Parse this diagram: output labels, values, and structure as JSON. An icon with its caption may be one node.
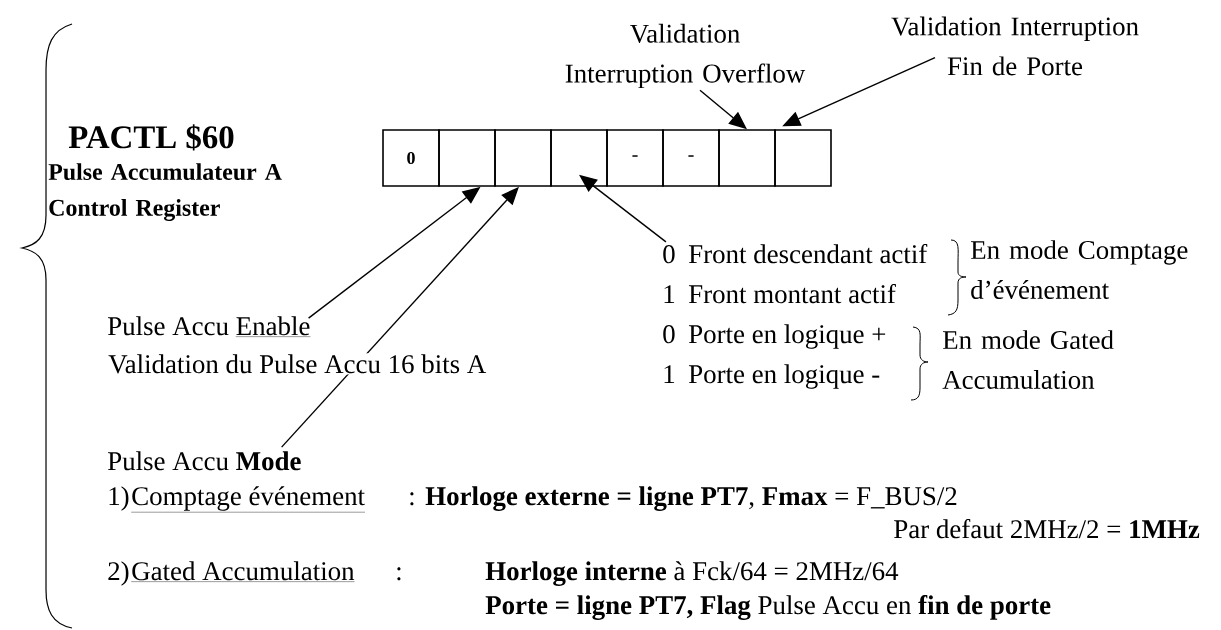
{
  "diagram": {
    "nodes": [
      {
        "text": [
          "0"
        ]
      },
      {
        "text": [],
        "shape": "box"
      },
      {
        "text": [],
        "shape": "box"
      },
      {
        "text": [],
        "shape": "box"
      },
      {
        "text": [
          "-"
        ]
      },
      {
        "text": [
          "-"
        ]
      },
      {
        "text": [],
        "shape": "box"
      },
      {
        "text": [],
        "shape": "box"
      },
      {
        "text": [
          "Validation Interruption Overflow"
        ]
      },
      {
        "text": [
          "Validation Interruption Fin de Porte"
        ]
      },
      {
        "text": [
          "Pulse Accu",
          "Enable"
        ]
      },
      {
        "text": [
          "Pulse Accu **Mode**"
        ]
      },
      {
        "text": [
          "0"
        ]
      }
    ],
    "edges": [
      {
        "from": 8,
        "to": 6,
        "arrow": "to"
      },
      {
        "from": 9,
        "to": 7,
        "arrow": "to"
      },
      {
        "from": 10,
        "to": 1,
        "arrow": "to"
      },
      {
        "from": 11,
        "to": 2,
        "arrow": "to"
      },
      {
        "from": 12,
        "to": 3,
        "arrow": "to"
      }
    ],
    "labels": [
      "PACTL  $60",
      "Pulse Accumulateur A Control Register",
      "Front descendant actif",
      "En mode Comptage d’événement",
      "1",
      "Front montant actif",
      "Validation du Pulse Accu 16 bits A",
      "0",
      "Porte en logique +",
      "En mode Gated Accumulation",
      "1",
      "Porte en logique -",
      "1)",
      "Comptage événement",
      ":",
      "**Horloge externe = ligne PT7**,  **Fmax** = F_BUS/2",
      "Par defaut 2MHz/2 = **1MHz**",
      "2)",
      "Gated Accumulation",
      ":",
      "**Horloge interne** à Fck/64 = 2MHz/64",
      "**Porte = ligne PT7,  Flag** Pulse Accu en **fin de porte**"
    ]
  }
}
